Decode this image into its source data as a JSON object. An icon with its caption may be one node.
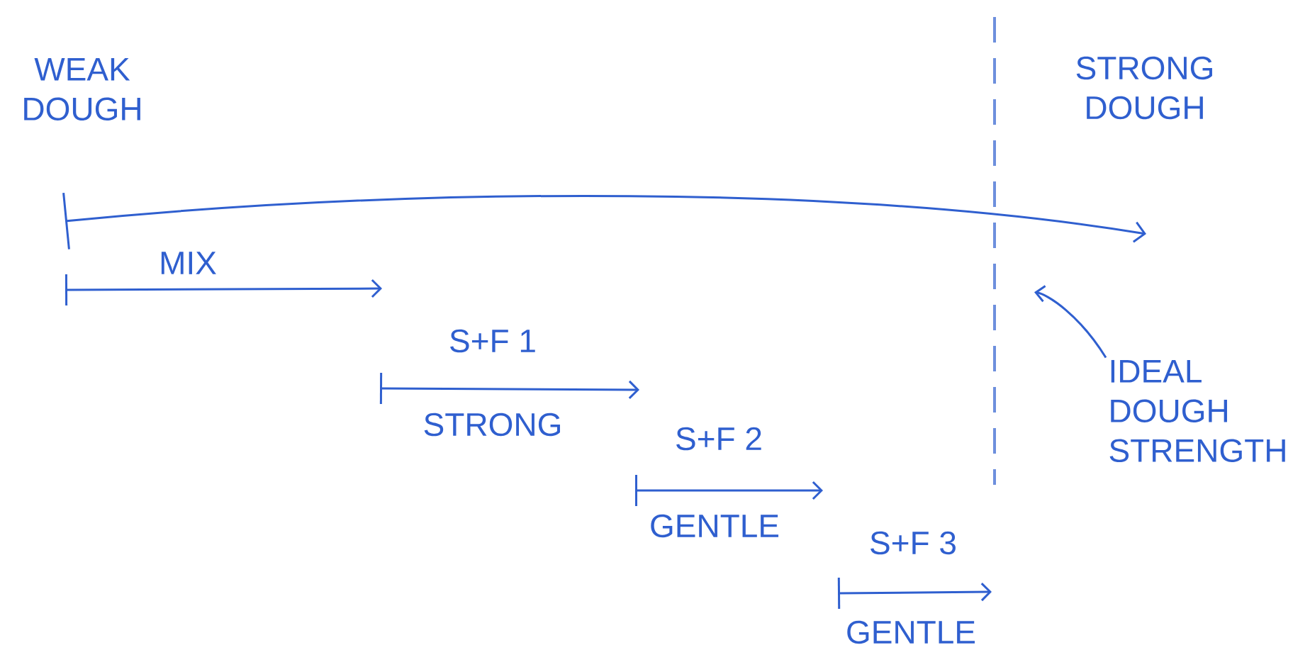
{
  "diagram": {
    "nodes": [
      {
        "text": [
          "IDEAL DOUGH STRENGTH"
        ]
      },
      {
        "text": [],
        "shape": "line"
      }
    ],
    "edges": [
      {
        "from": 0,
        "to": 1,
        "arrow": "to"
      }
    ],
    "labels": [
      "WEAK DOUGH",
      "STRONG DOUGH",
      "MIX",
      "S+F 1",
      "STRONG",
      "S+F 2",
      "GENTLE",
      "S+F 3",
      "GENTLE"
    ]
  }
}
